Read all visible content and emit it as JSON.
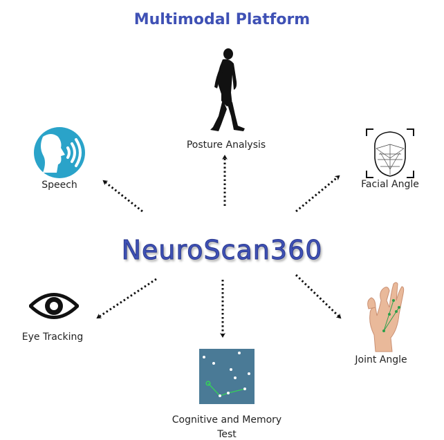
{
  "header": {
    "title": "Multimodal Platform"
  },
  "hub": {
    "name": "NeuroScan360"
  },
  "modules": {
    "posture": {
      "label": "Posture Analysis",
      "icon": "walking-person-icon"
    },
    "speech": {
      "label": "Speech",
      "icon": "speaking-head-icon"
    },
    "facial": {
      "label": "Facial Angle",
      "icon": "face-mesh-icon"
    },
    "eye": {
      "label": "Eye Tracking",
      "icon": "eye-icon"
    },
    "joint": {
      "label": "Joint Angle",
      "icon": "hand-icon"
    },
    "cognitive": {
      "label_line1": "Cognitive and Memory",
      "label_line2": "Test",
      "icon": "memory-test-icon"
    }
  },
  "colors": {
    "accent": "#3f51b5",
    "speech_icon": "#2aa3c9",
    "test_panel": "#4a7a96"
  }
}
